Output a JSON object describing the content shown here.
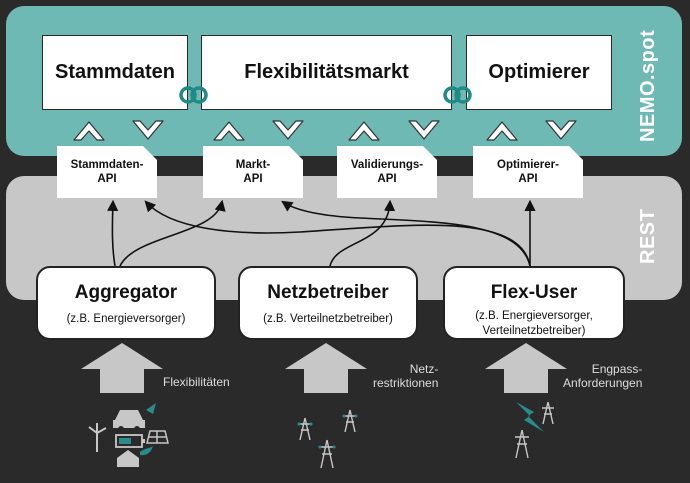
{
  "platform_label": "NEMO.spot",
  "rest_label": "REST",
  "modules": [
    "Stammdaten",
    "Flexibilitätsmarkt",
    "Optimierer"
  ],
  "apis": [
    {
      "line1": "Stammdaten-",
      "line2": "API"
    },
    {
      "line1": "Markt-",
      "line2": "API"
    },
    {
      "line1": "Validierungs-",
      "line2": "API"
    },
    {
      "line1": "Optimierer-",
      "line2": "API"
    }
  ],
  "actors": [
    {
      "title": "Aggregator",
      "sub1": "(z.B. Energieversorger)",
      "sub2": ""
    },
    {
      "title": "Netzbetreiber",
      "sub1": "(z.B. Verteilnetzbetreiber)",
      "sub2": ""
    },
    {
      "title": "Flex-User",
      "sub1": "(z.B. Energieversorger,",
      "sub2": "Verteilnetzbetreiber)"
    }
  ],
  "inputs": [
    {
      "line1": "Flexibilitäten",
      "line2": ""
    },
    {
      "line1": "Netz-",
      "line2": "restriktionen"
    },
    {
      "line1": "Engpass-",
      "line2": "Anforderungen"
    }
  ],
  "icons": [
    "wind-turbine-icon",
    "car-charging-icon",
    "battery-icon",
    "solar-panel-icon",
    "house-leaf-icon",
    "power-pylon-icon",
    "lightning-bolt-icon"
  ],
  "colors": {
    "teal": "#6fb9b4",
    "gray": "#c7c7c7",
    "background": "#2a2a2a",
    "icon_teal": "#2a8c8c"
  }
}
